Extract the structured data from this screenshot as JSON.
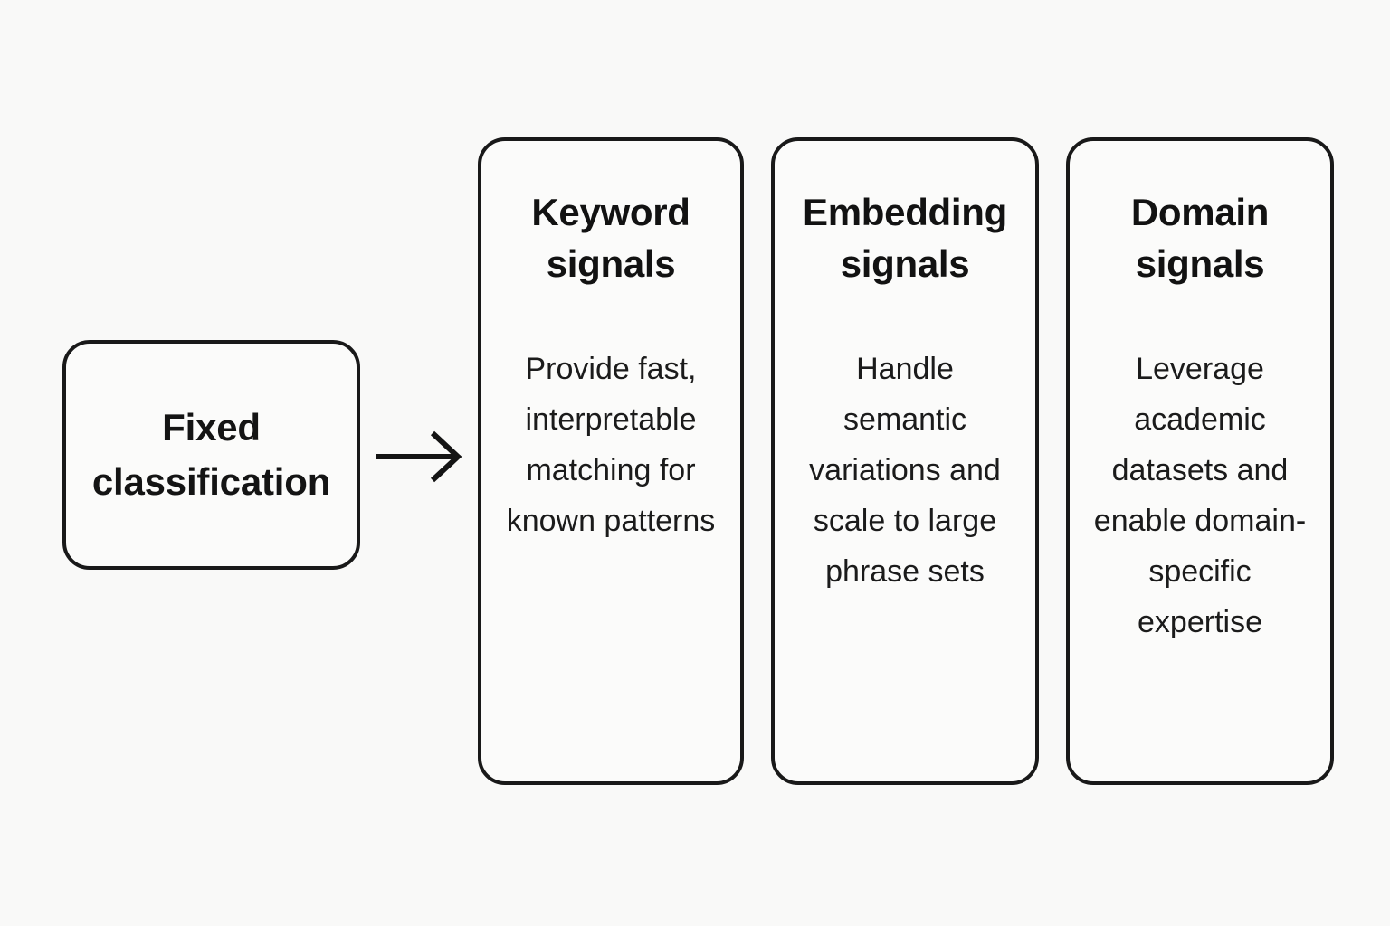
{
  "diagram": {
    "type": "flow",
    "background_color": "#f9f9f8",
    "stroke_color": "#191919",
    "text_color": "#141414",
    "source_node": {
      "label": "Fixed\nclassification",
      "shape": "rounded-rectangle"
    },
    "connector": {
      "kind": "arrow",
      "direction": "right",
      "icon": "arrow-right-icon"
    },
    "cards": [
      {
        "id": "keyword-signals",
        "title": "Keyword\nsignals",
        "body": "Provide fast, interpretable matching for known patterns"
      },
      {
        "id": "embedding-signals",
        "title": "Embedding\nsignals",
        "body": "Handle semantic variations and scale to large phrase sets"
      },
      {
        "id": "domain-signals",
        "title": "Domain\nsignals",
        "body": "Leverage academic datasets and enable domain-specific expertise"
      }
    ]
  }
}
